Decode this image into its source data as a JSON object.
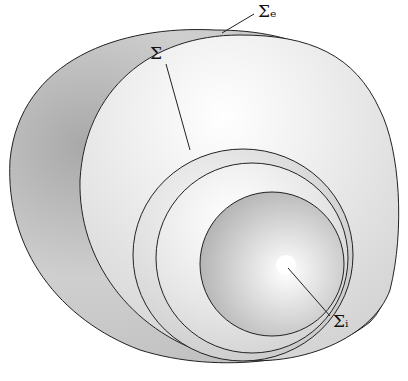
{
  "diagram": {
    "labels": [
      "Σₑ",
      "Σ",
      "Σᵢ"
    ]
  }
}
